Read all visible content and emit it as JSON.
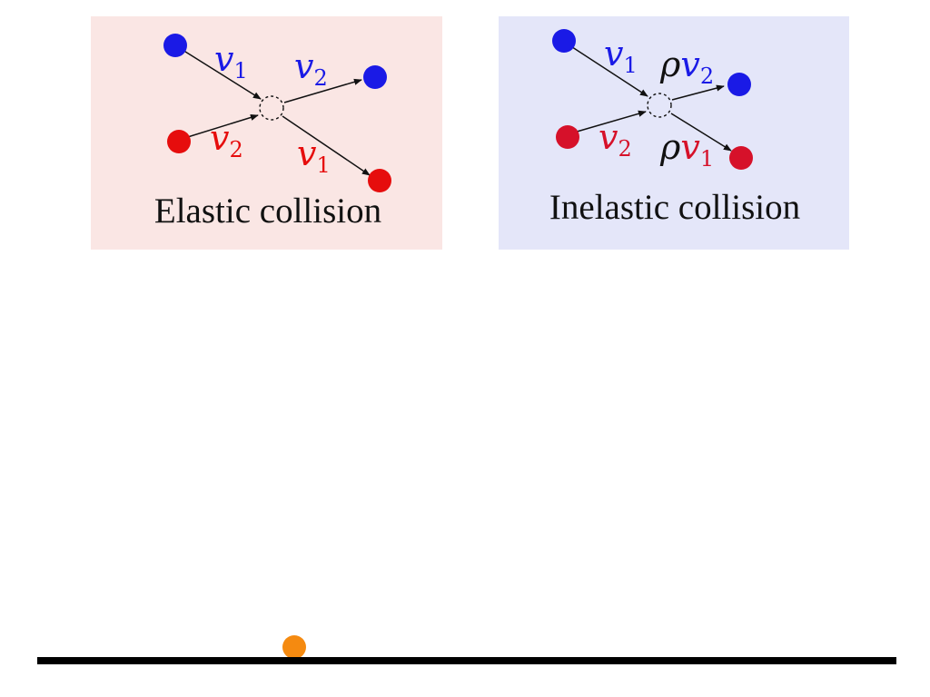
{
  "colors": {
    "blue": "#1a1ae6",
    "red": "#e60d0d",
    "panel_elastic_bg": "#fae6e4",
    "panel_inelastic_bg": "#e4e6f9",
    "ink": "#111111",
    "ball": "#f58a10",
    "ground": "#000000"
  },
  "elastic": {
    "caption": "Elastic collision",
    "label_in_top": {
      "sym": "v",
      "sub": "1"
    },
    "label_out_top": {
      "sym": "v",
      "sub": "2"
    },
    "label_in_bottom": {
      "sym": "v",
      "sub": "2"
    },
    "label_out_bottom": {
      "sym": "v",
      "sub": "1"
    }
  },
  "inelastic": {
    "caption": "Inelastic collision",
    "label_in_top": {
      "sym": "v",
      "sub": "1"
    },
    "label_out_top": {
      "prefix": "ρ",
      "sym": "v",
      "sub": "2"
    },
    "label_in_bottom": {
      "sym": "v",
      "sub": "2"
    },
    "label_out_bottom": {
      "prefix": "ρ",
      "sym": "v",
      "sub": "1"
    }
  }
}
